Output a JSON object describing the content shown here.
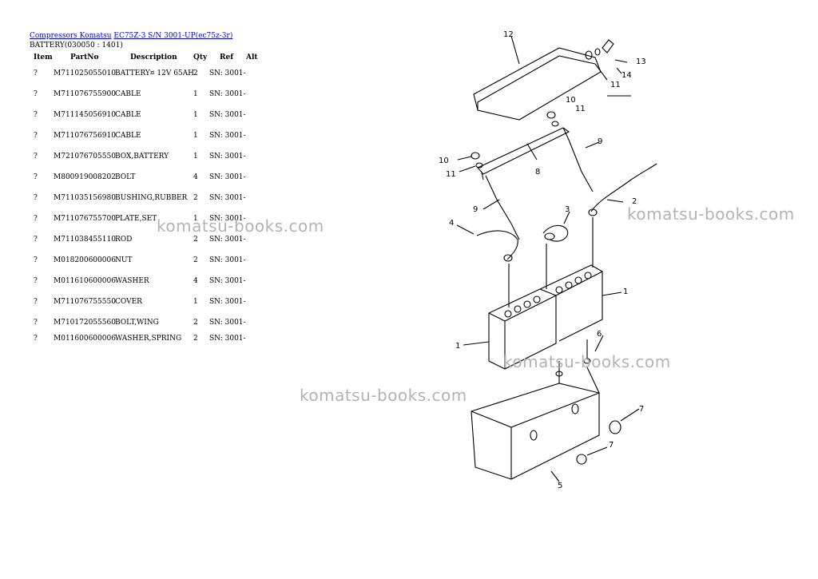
{
  "breadcrumb": {
    "link1": "Compressors Komatsu",
    "link2": "EC75Z-3 S/N 3001-UP(ec75z-3r)"
  },
  "subtitle": "BATTERY(030050 : 1401)",
  "columns": {
    "item": "Item",
    "partno": "PartNo",
    "description": "Description",
    "qty": "Qty",
    "ref": "Ref",
    "alt": "Alt"
  },
  "parts": [
    {
      "item": "?",
      "partno": "M711025055010",
      "description": "BATTERY¤ 12V 65AH",
      "qty": "2",
      "ref": "SN: 3001-"
    },
    {
      "item": "?",
      "partno": "M711076755900",
      "description": "CABLE",
      "qty": "1",
      "ref": "SN: 3001-"
    },
    {
      "item": "?",
      "partno": "M711145056910",
      "description": "CABLE",
      "qty": "1",
      "ref": "SN: 3001-"
    },
    {
      "item": "?",
      "partno": "M711076756910",
      "description": "CABLE",
      "qty": "1",
      "ref": "SN: 3001-"
    },
    {
      "item": "?",
      "partno": "M721076705550",
      "description": "BOX,BATTERY",
      "qty": "1",
      "ref": "SN: 3001-"
    },
    {
      "item": "?",
      "partno": "M800919008202",
      "description": "BOLT",
      "qty": "4",
      "ref": "SN: 3001-"
    },
    {
      "item": "?",
      "partno": "M711035156980",
      "description": "BUSHING,RUBBER",
      "qty": "2",
      "ref": "SN: 3001-"
    },
    {
      "item": "?",
      "partno": "M711076755700",
      "description": "PLATE,SET",
      "qty": "1",
      "ref": "SN: 3001-"
    },
    {
      "item": "?",
      "partno": "M711038455110",
      "description": "ROD",
      "qty": "2",
      "ref": "SN: 3001-"
    },
    {
      "item": "?",
      "partno": "M018200600006",
      "description": "NUT",
      "qty": "2",
      "ref": "SN: 3001-"
    },
    {
      "item": "?",
      "partno": "M011610600006",
      "description": "WASHER",
      "qty": "4",
      "ref": "SN: 3001-"
    },
    {
      "item": "?",
      "partno": "M711076755550",
      "description": "COVER",
      "qty": "1",
      "ref": "SN: 3001-"
    },
    {
      "item": "?",
      "partno": "M710172055560",
      "description": "BOLT,WING",
      "qty": "2",
      "ref": "SN: 3001-"
    },
    {
      "item": "?",
      "partno": "M011600600006",
      "description": "WASHER,SPRING",
      "qty": "2",
      "ref": "SN: 3001-"
    }
  ],
  "watermark": "komatsu-books.com",
  "callouts": {
    "c1": "1",
    "c2": "2",
    "c3": "3",
    "c4": "4",
    "c5": "5",
    "c6": "6",
    "c7": "7",
    "c8": "8",
    "c9": "9",
    "c10": "10",
    "c11": "11",
    "c12": "12",
    "c13": "13",
    "c14": "14"
  }
}
